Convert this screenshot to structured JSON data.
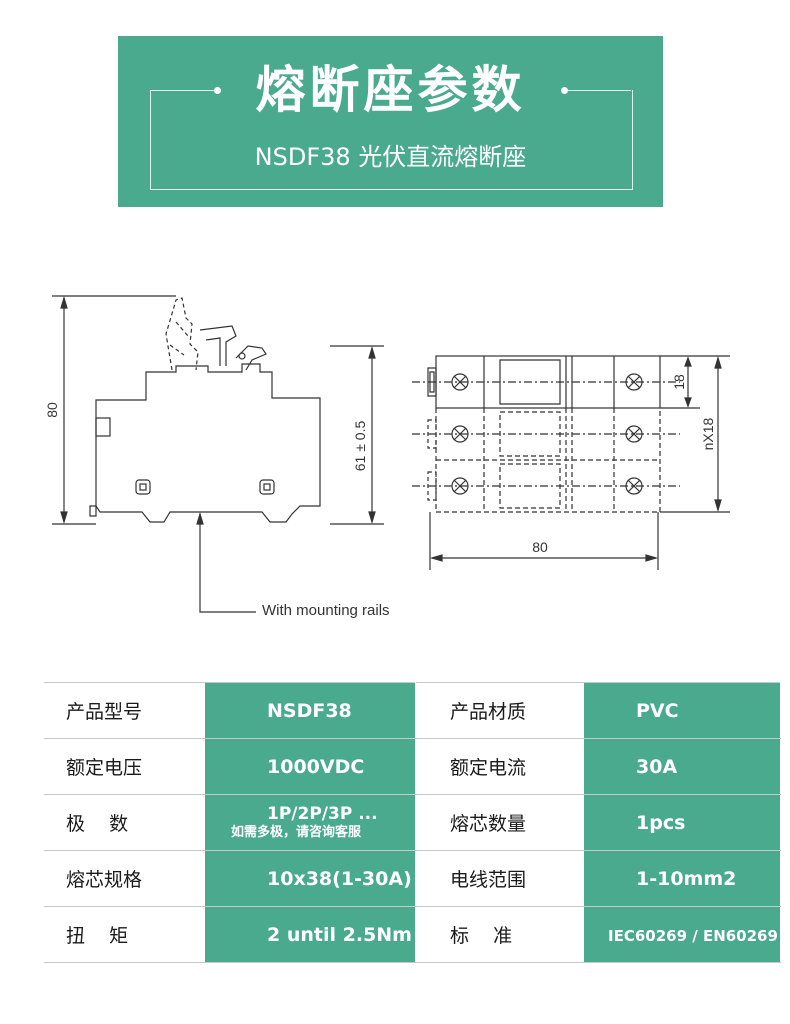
{
  "header": {
    "title": "熔断座参数",
    "subtitle": "NSDF38 光伏直流熔断座"
  },
  "drawing": {
    "side_height": "80",
    "rail_height": "61 ± 0.5",
    "rail_label": "With mounting rails",
    "top_pitch": "18",
    "top_total": "nX18",
    "top_width": "80"
  },
  "specs": [
    {
      "label1": "产品型号",
      "value1": "NSDF38",
      "label2": "产品材质",
      "value2": "PVC"
    },
    {
      "label1": "额定电压",
      "value1": "1000VDC",
      "label2": "额定电流",
      "value2": "30A"
    },
    {
      "label1": "极    数",
      "value1": "1P/2P/3P ...",
      "value1_sub": "如需多极，请咨询客服",
      "label2": "熔芯数量",
      "value2": "1pcs"
    },
    {
      "label1": "熔芯规格",
      "value1": "10x38(1-30A)",
      "label2": "电线范围",
      "value2": "1-10mm2"
    },
    {
      "label1": "扭    矩",
      "value1": "2 until 2.5Nm",
      "label2": "标    准",
      "value2": "IEC60269 / EN60269"
    }
  ],
  "colors": {
    "accent": "#4aaa8e",
    "line": "#333333"
  }
}
